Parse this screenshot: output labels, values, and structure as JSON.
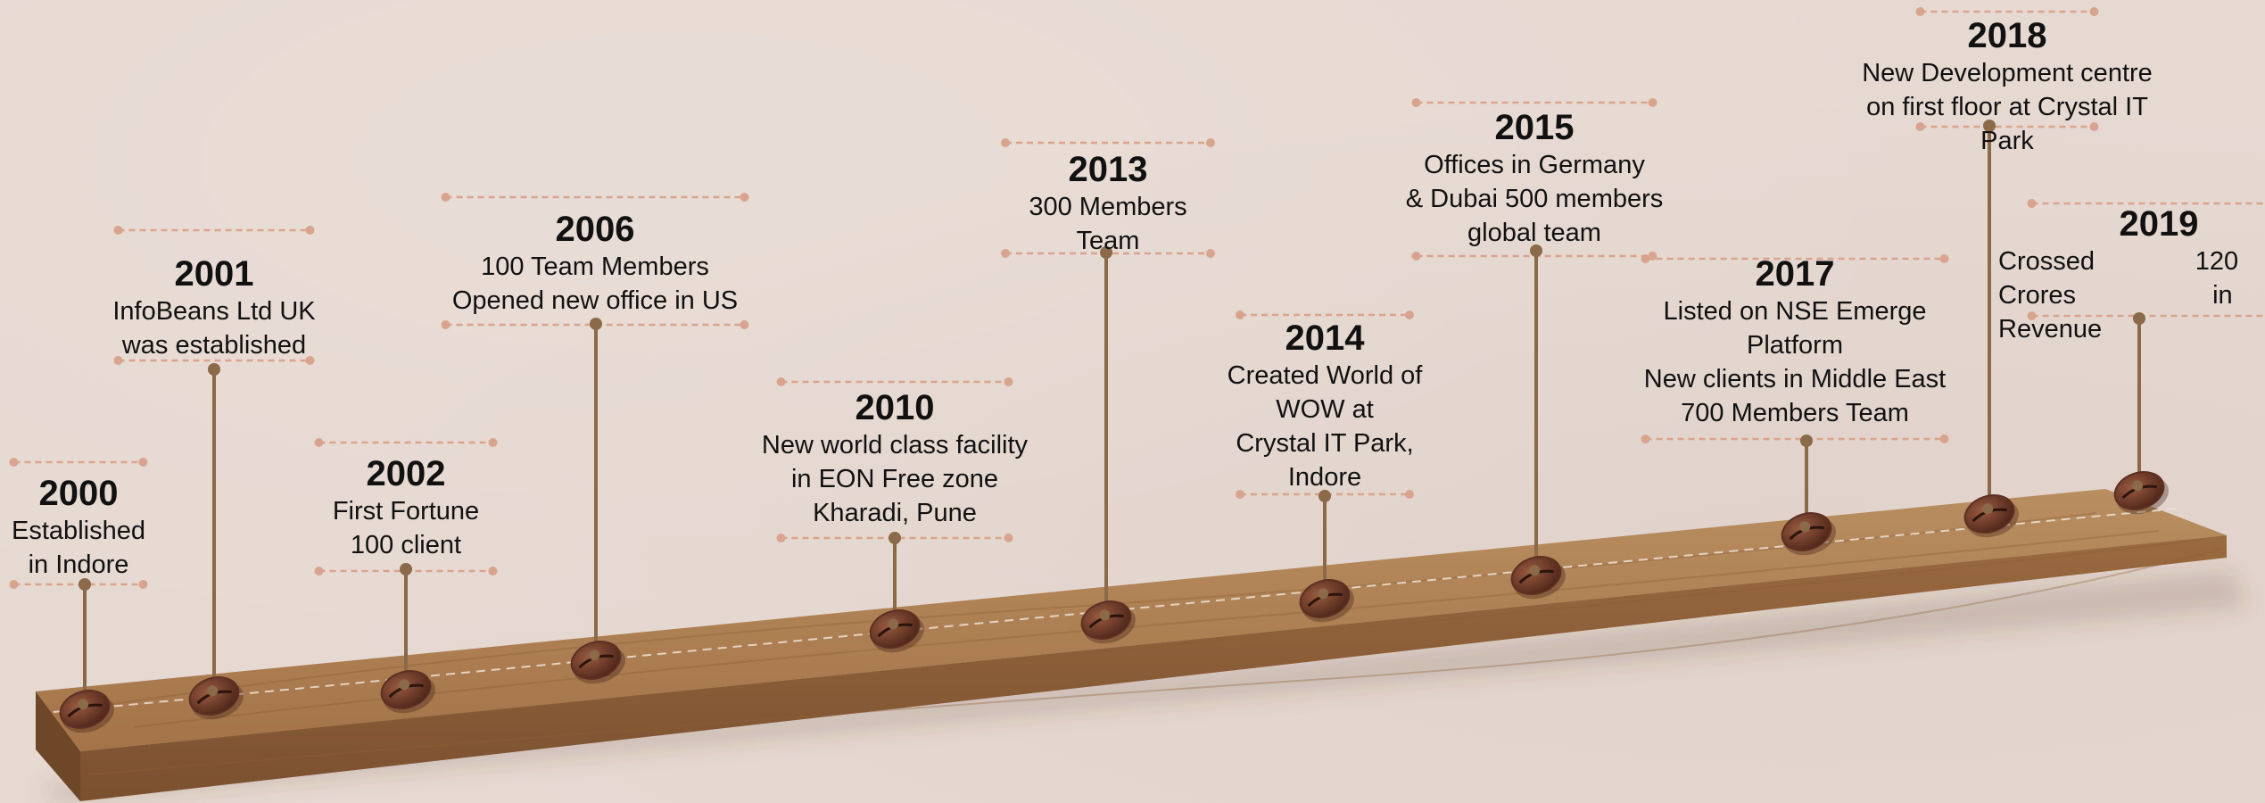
{
  "milestones": [
    {
      "year": "2000",
      "lines": [
        "Established",
        "in Indore"
      ]
    },
    {
      "year": "2001",
      "lines": [
        "InfoBeans Ltd UK",
        "was established"
      ]
    },
    {
      "year": "2002",
      "lines": [
        "First Fortune",
        "100 client"
      ]
    },
    {
      "year": "2006",
      "lines": [
        "100 Team Members",
        "Opened new office in US"
      ]
    },
    {
      "year": "2010",
      "lines": [
        "New world class facility",
        "in EON Free zone",
        "Kharadi, Pune"
      ]
    },
    {
      "year": "2013",
      "lines": [
        "300 Members",
        "Team"
      ]
    },
    {
      "year": "2014",
      "lines": [
        "Created World of",
        "WOW at",
        "Crystal IT Park,",
        "Indore"
      ]
    },
    {
      "year": "2015",
      "lines": [
        "Offices in Germany",
        "& Dubai 500 members",
        "global team"
      ]
    },
    {
      "year": "2017",
      "lines": [
        "Listed on NSE Emerge",
        "Platform",
        "New clients in Middle East",
        "700 Members Team"
      ]
    },
    {
      "year": "2018",
      "lines": [
        "New Development centre",
        "on first floor at Crystal IT",
        "Park"
      ]
    },
    {
      "year": "2019",
      "lines": [
        "Crossed              120",
        "Crores                   in",
        "Revenue"
      ]
    }
  ],
  "colors": {
    "background": "#e6d9d2",
    "wood": "#a8784a",
    "pin": "#8a6a48",
    "dashed_guides": "#d9a48e",
    "bean": "#5e2f22"
  }
}
